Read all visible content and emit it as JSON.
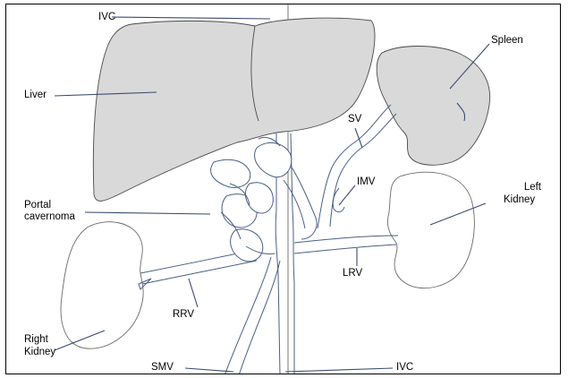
{
  "labels": {
    "ivc_top": "IVC",
    "liver": "Liver",
    "spleen": "Spleen",
    "sv": "SV",
    "imv": "IMV",
    "portal_cavernoma_1": "Portal",
    "portal_cavernoma_2": "cavernoma",
    "left_kidney_1": "Left",
    "left_kidney_2": "Kidney",
    "lrv": "LRV",
    "rrv": "RRV",
    "right_kidney_1": "Right",
    "right_kidney_2": "Kidney",
    "smv": "SMV",
    "ivc_bottom": "IVC"
  },
  "colors": {
    "organ_fill": "#d9d9d9",
    "vessel_stroke": "#4a5f86",
    "leader_stroke": "#3a4a70"
  }
}
